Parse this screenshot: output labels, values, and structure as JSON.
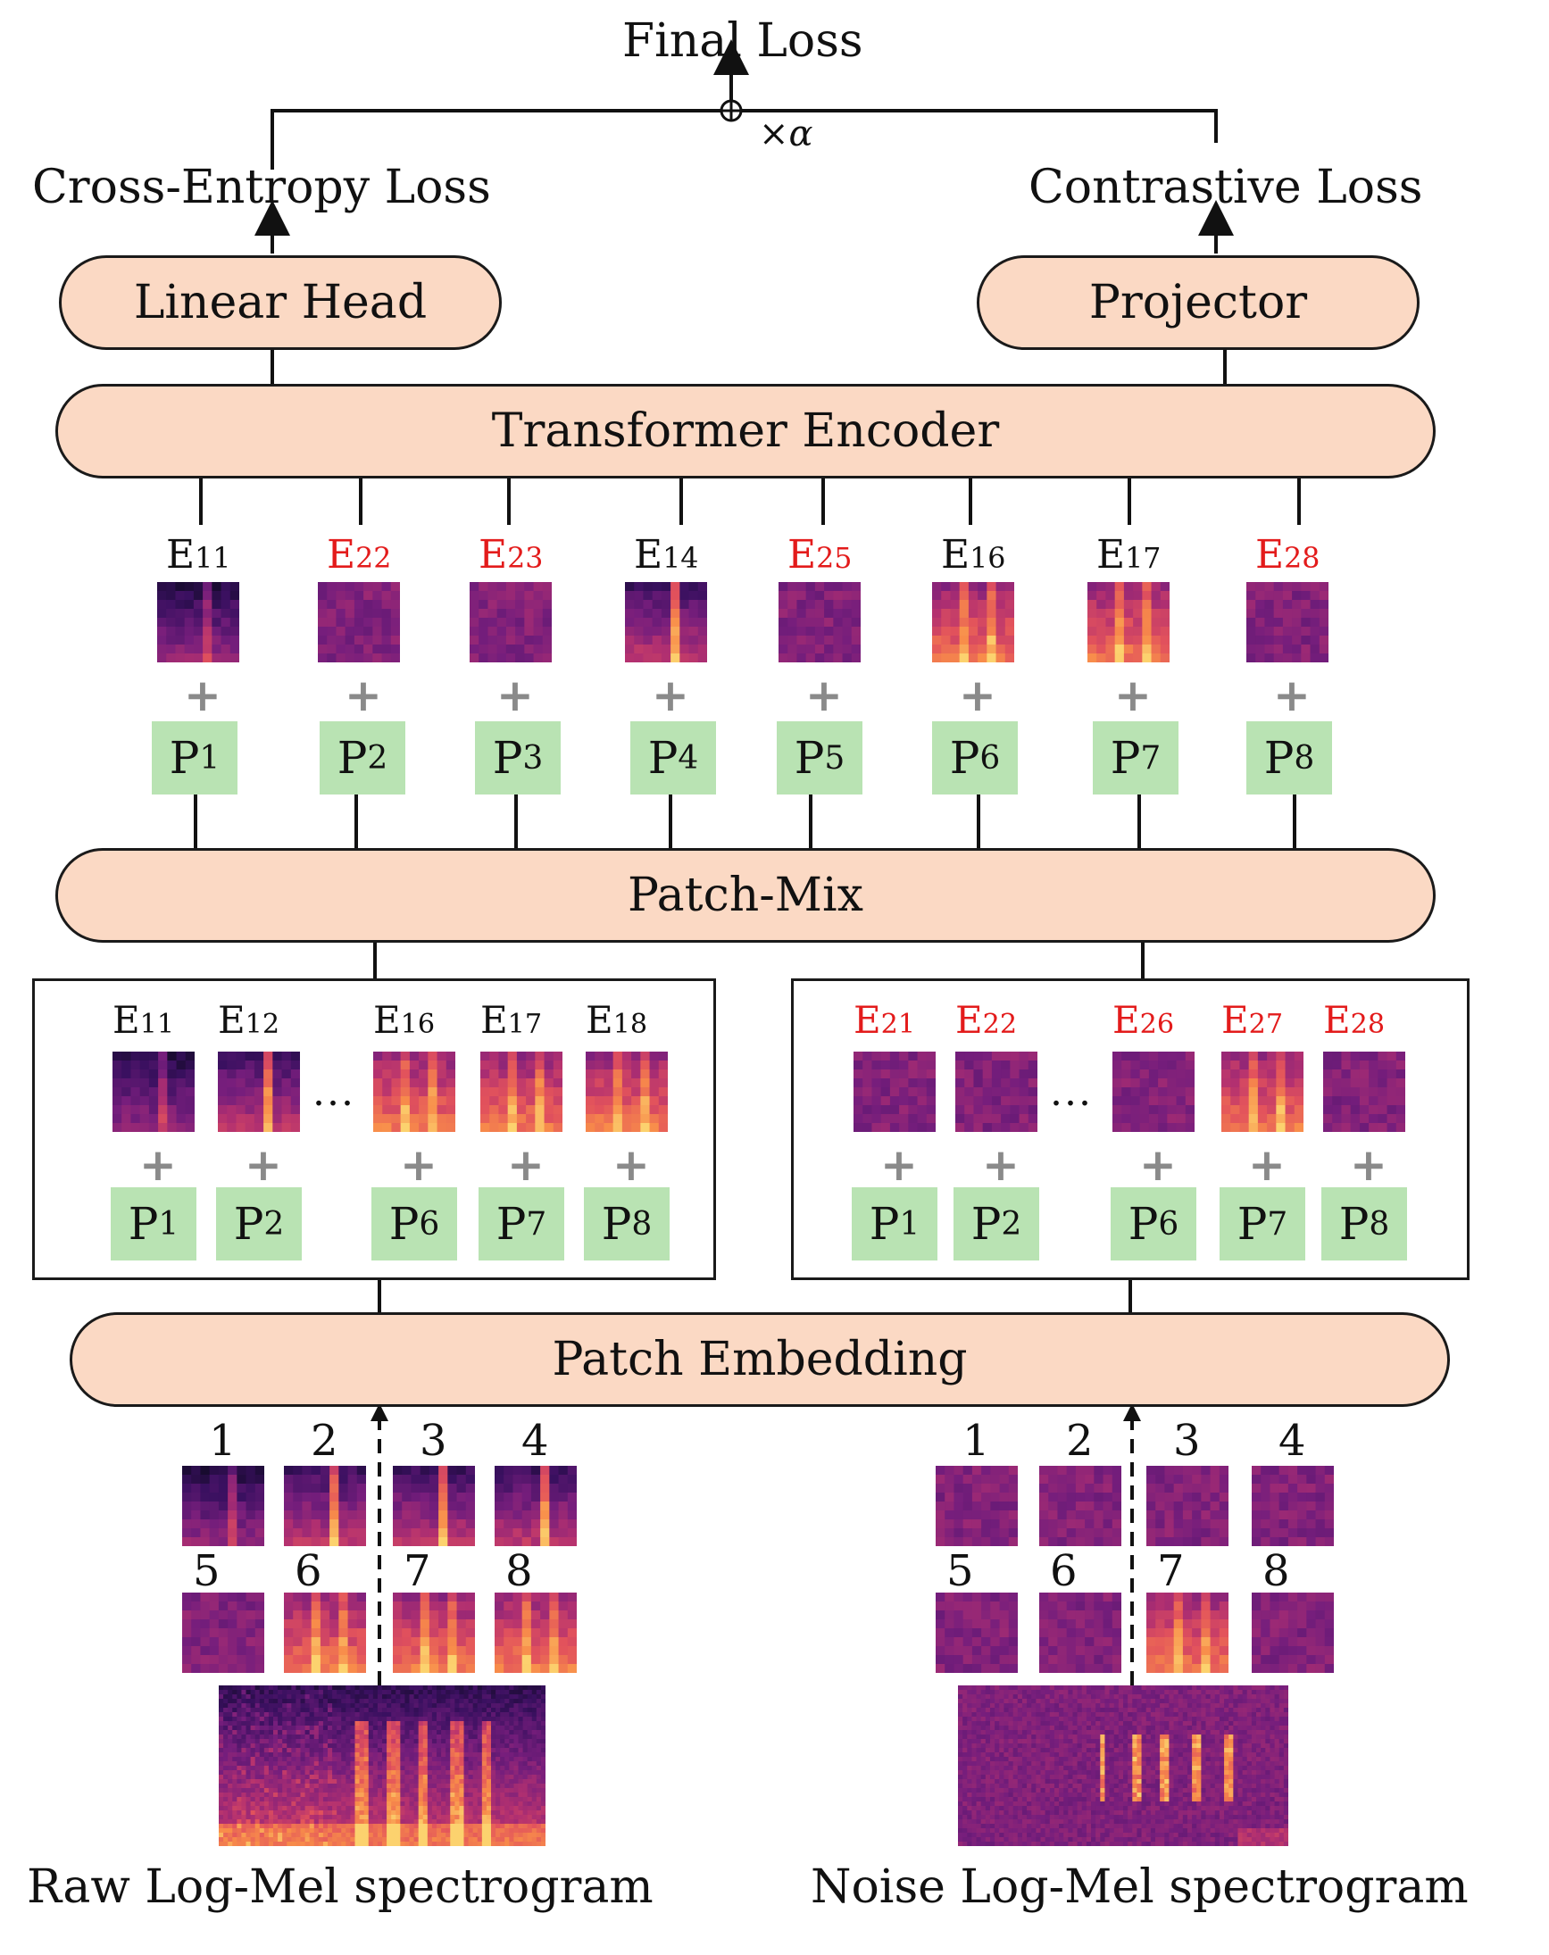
{
  "top": {
    "final_loss": "Final Loss",
    "alpha": "×α",
    "ce_loss": "Cross-Entropy Loss",
    "contrastive_loss": "Contrastive Loss"
  },
  "heads": {
    "linear_head": "Linear Head",
    "projector": "Projector"
  },
  "transformer_encoder": "Transformer Encoder",
  "mixed_tokens": [
    {
      "base": "E",
      "sub": "11",
      "noise": false
    },
    {
      "base": "E",
      "sub": "22",
      "noise": true
    },
    {
      "base": "E",
      "sub": "23",
      "noise": true
    },
    {
      "base": "E",
      "sub": "14",
      "noise": false
    },
    {
      "base": "E",
      "sub": "25",
      "noise": true
    },
    {
      "base": "E",
      "sub": "16",
      "noise": false
    },
    {
      "base": "E",
      "sub": "17",
      "noise": false
    },
    {
      "base": "E",
      "sub": "28",
      "noise": true
    }
  ],
  "mixed_positions": [
    {
      "base": "P",
      "sub": "1"
    },
    {
      "base": "P",
      "sub": "2"
    },
    {
      "base": "P",
      "sub": "3"
    },
    {
      "base": "P",
      "sub": "4"
    },
    {
      "base": "P",
      "sub": "5"
    },
    {
      "base": "P",
      "sub": "6"
    },
    {
      "base": "P",
      "sub": "7"
    },
    {
      "base": "P",
      "sub": "8"
    }
  ],
  "patch_mix": "Patch-Mix",
  "raw_group": {
    "tokens": [
      {
        "base": "E",
        "sub": "11"
      },
      {
        "base": "E",
        "sub": "12"
      },
      {
        "base": "E",
        "sub": "16"
      },
      {
        "base": "E",
        "sub": "17"
      },
      {
        "base": "E",
        "sub": "18"
      }
    ],
    "positions": [
      {
        "base": "P",
        "sub": "1"
      },
      {
        "base": "P",
        "sub": "2"
      },
      {
        "base": "P",
        "sub": "6"
      },
      {
        "base": "P",
        "sub": "7"
      },
      {
        "base": "P",
        "sub": "8"
      }
    ],
    "ellipsis": "..."
  },
  "noise_group": {
    "tokens": [
      {
        "base": "E",
        "sub": "21"
      },
      {
        "base": "E",
        "sub": "22"
      },
      {
        "base": "E",
        "sub": "26"
      },
      {
        "base": "E",
        "sub": "27"
      },
      {
        "base": "E",
        "sub": "28"
      }
    ],
    "positions": [
      {
        "base": "P",
        "sub": "1"
      },
      {
        "base": "P",
        "sub": "2"
      },
      {
        "base": "P",
        "sub": "6"
      },
      {
        "base": "P",
        "sub": "7"
      },
      {
        "base": "P",
        "sub": "8"
      }
    ],
    "ellipsis": "..."
  },
  "patch_embedding": "Patch Embedding",
  "raw_patches": {
    "numbers": [
      "1",
      "2",
      "3",
      "4",
      "5",
      "6",
      "7",
      "8"
    ],
    "caption": "Raw Log-Mel spectrogram"
  },
  "noise_patches": {
    "numbers": [
      "1",
      "2",
      "3",
      "4",
      "5",
      "6",
      "7",
      "8"
    ],
    "caption": "Noise Log-Mel spectrogram"
  },
  "colors": {
    "module_fill": "#fbd9c4",
    "position_fill": "#b9e3b3",
    "noise_label": "#e31b1b",
    "plus": "#8a8a8a"
  },
  "icons": [
    "plus-icon",
    "arrow-up-icon",
    "dashed-arrow-icon",
    "sum-circle-icon"
  ]
}
